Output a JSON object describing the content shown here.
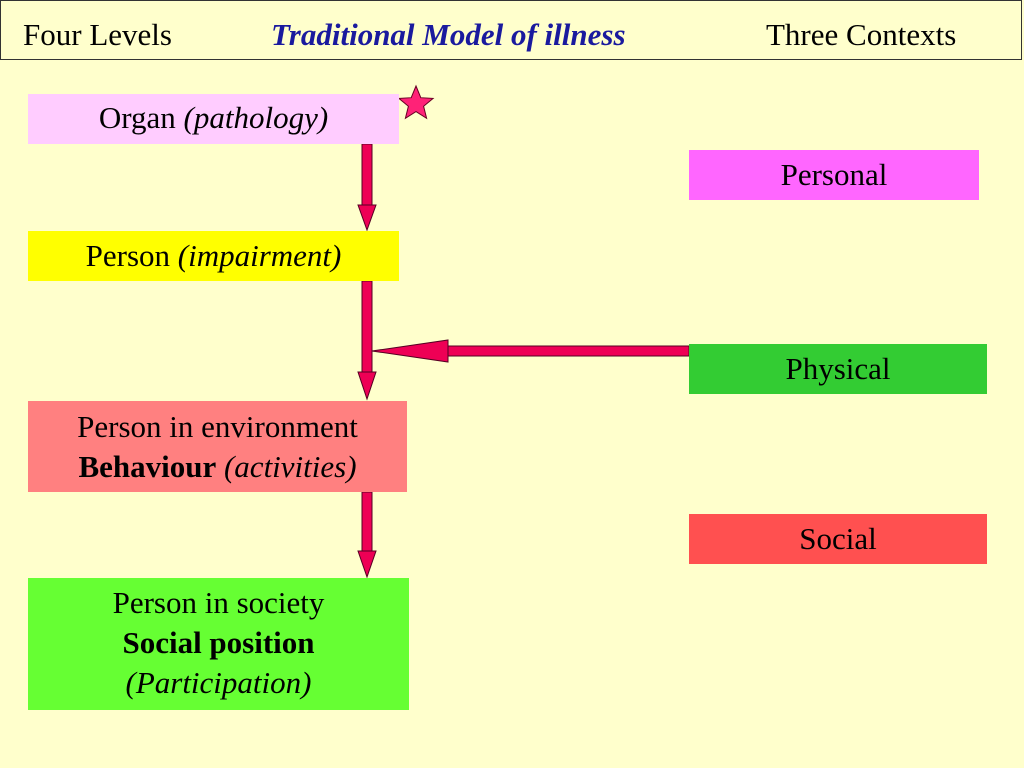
{
  "header": {
    "left": "Four Levels",
    "title": "Traditional Model of illness",
    "right": "Three Contexts"
  },
  "levels": {
    "organ": {
      "main": "Organ",
      "paren": "(pathology)"
    },
    "person": {
      "main": "Person",
      "paren": "(impairment)"
    },
    "environment": {
      "line1": "Person in environment",
      "bold": "Behaviour",
      "paren": "(activities)"
    },
    "society": {
      "line1": "Person in society",
      "bold": "Social position",
      "paren": "(Participation)"
    }
  },
  "contexts": {
    "personal": "Personal",
    "physical": "Physical",
    "social": "Social"
  },
  "colors": {
    "background": "#ffffcc",
    "title": "#1a1a9e",
    "arrow": "#ee0055",
    "star": "#ff2277",
    "organ": "#ffccff",
    "person": "#ffff00",
    "environment": "#ff8080",
    "society": "#66ff33",
    "personal": "#ff66ff",
    "physical": "#33cc33",
    "social": "#ff5050"
  },
  "icons": {
    "marker": "star-icon"
  }
}
